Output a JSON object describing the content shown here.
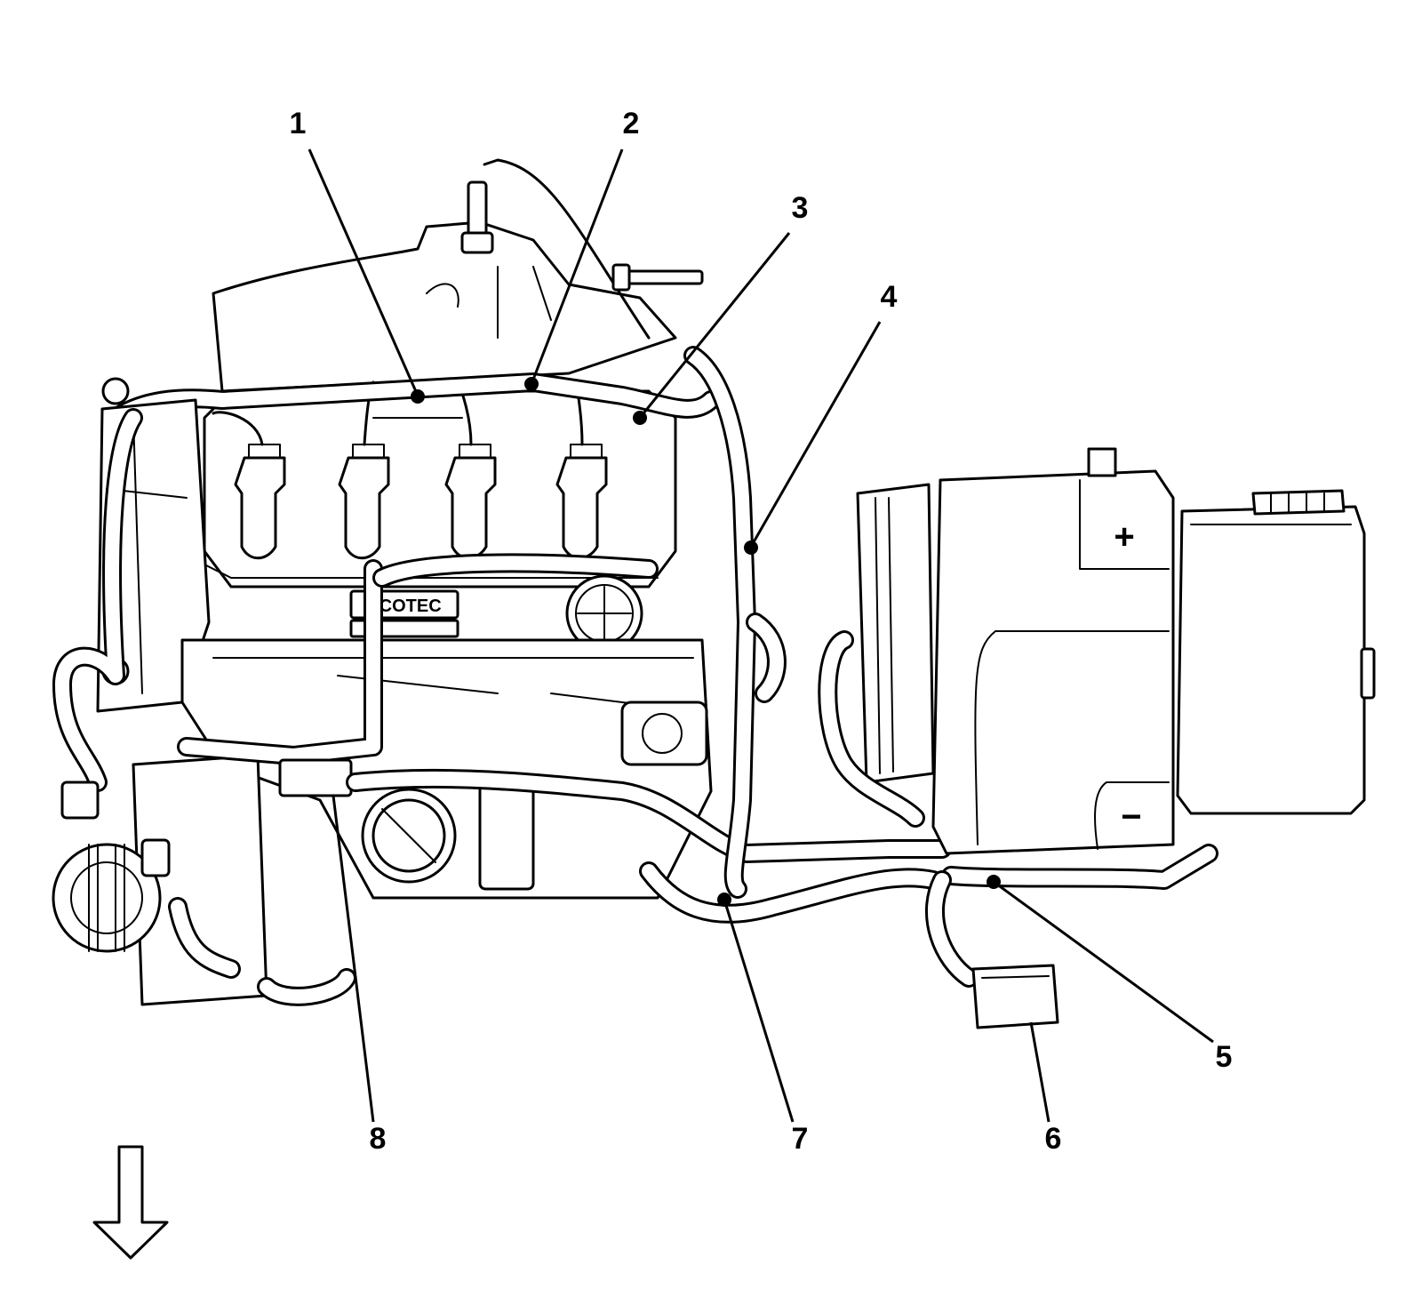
{
  "callouts": [
    {
      "id": "1",
      "label": "1"
    },
    {
      "id": "2",
      "label": "2"
    },
    {
      "id": "3",
      "label": "3"
    },
    {
      "id": "4",
      "label": "4"
    },
    {
      "id": "5",
      "label": "5"
    },
    {
      "id": "6",
      "label": "6"
    },
    {
      "id": "7",
      "label": "7"
    },
    {
      "id": "8",
      "label": "8"
    }
  ],
  "engine_logo": "ECOTEC",
  "battery_marks": {
    "positive": "+",
    "negative": "−"
  },
  "direction_indicator": "down-arrow-icon"
}
